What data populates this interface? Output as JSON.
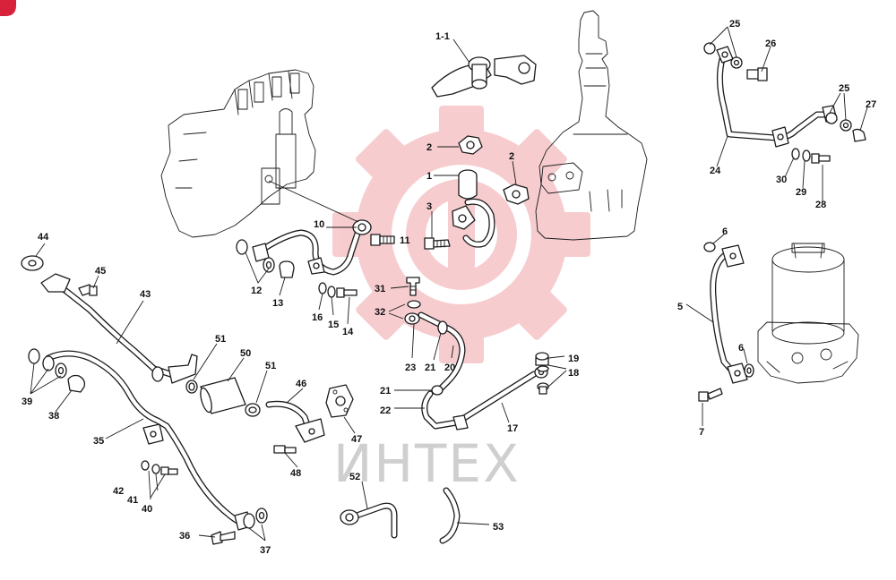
{
  "colors": {
    "line": "#1a1a1a",
    "watermark_red": "#f0a4a8",
    "watermark_gray": "#cfcfcf",
    "corner_badge": "#d8213a"
  },
  "watermark": {
    "text": "ИНТЕХ"
  },
  "callouts": [
    {
      "id": "c1-1",
      "text": "1-1"
    },
    {
      "id": "c2a",
      "text": "2"
    },
    {
      "id": "c1",
      "text": "1"
    },
    {
      "id": "c2b",
      "text": "2"
    },
    {
      "id": "c3",
      "text": "3"
    },
    {
      "id": "c10",
      "text": "10"
    },
    {
      "id": "c11",
      "text": "11"
    },
    {
      "id": "c12",
      "text": "12"
    },
    {
      "id": "c13",
      "text": "13"
    },
    {
      "id": "c14",
      "text": "14"
    },
    {
      "id": "c15",
      "text": "15"
    },
    {
      "id": "c16",
      "text": "16"
    },
    {
      "id": "c17",
      "text": "17"
    },
    {
      "id": "c18",
      "text": "18"
    },
    {
      "id": "c19",
      "text": "19"
    },
    {
      "id": "c20",
      "text": "20"
    },
    {
      "id": "c21a",
      "text": "21"
    },
    {
      "id": "c21b",
      "text": "21"
    },
    {
      "id": "c22",
      "text": "22"
    },
    {
      "id": "c23",
      "text": "23"
    },
    {
      "id": "c24",
      "text": "24"
    },
    {
      "id": "c25a",
      "text": "25"
    },
    {
      "id": "c25b",
      "text": "25"
    },
    {
      "id": "c26",
      "text": "26"
    },
    {
      "id": "c27",
      "text": "27"
    },
    {
      "id": "c28",
      "text": "28"
    },
    {
      "id": "c29",
      "text": "29"
    },
    {
      "id": "c30",
      "text": "30"
    },
    {
      "id": "c31",
      "text": "31"
    },
    {
      "id": "c32",
      "text": "32"
    },
    {
      "id": "c35",
      "text": "35"
    },
    {
      "id": "c36",
      "text": "36"
    },
    {
      "id": "c37",
      "text": "37"
    },
    {
      "id": "c38",
      "text": "38"
    },
    {
      "id": "c39",
      "text": "39"
    },
    {
      "id": "c40",
      "text": "40"
    },
    {
      "id": "c41",
      "text": "41"
    },
    {
      "id": "c42",
      "text": "42"
    },
    {
      "id": "c43",
      "text": "43"
    },
    {
      "id": "c44",
      "text": "44"
    },
    {
      "id": "c45",
      "text": "45"
    },
    {
      "id": "c46",
      "text": "46"
    },
    {
      "id": "c47",
      "text": "47"
    },
    {
      "id": "c48",
      "text": "48"
    },
    {
      "id": "c50",
      "text": "50"
    },
    {
      "id": "c51a",
      "text": "51"
    },
    {
      "id": "c51b",
      "text": "51"
    },
    {
      "id": "c52",
      "text": "52"
    },
    {
      "id": "c53",
      "text": "53"
    },
    {
      "id": "c5",
      "text": "5"
    },
    {
      "id": "c6a",
      "text": "6"
    },
    {
      "id": "c6b",
      "text": "6"
    },
    {
      "id": "c7",
      "text": "7"
    }
  ]
}
